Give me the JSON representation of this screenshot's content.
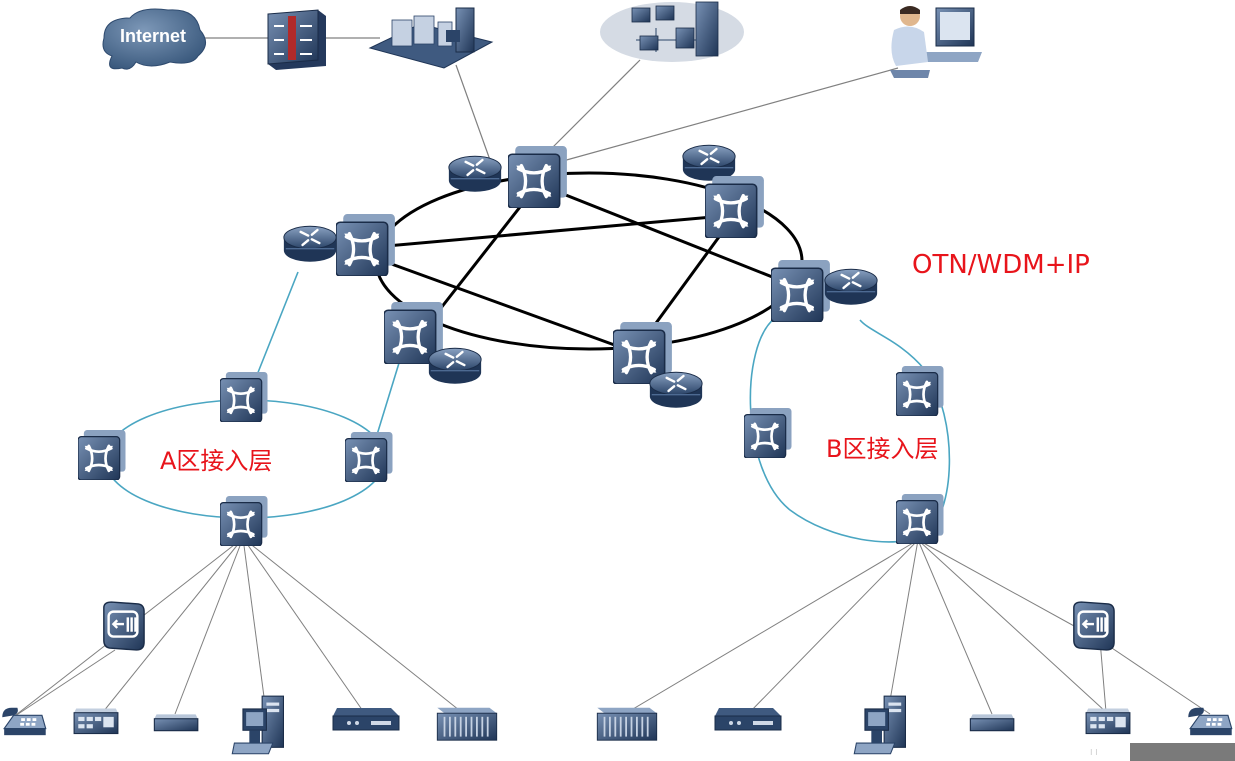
{
  "labels": {
    "internet": "Internet",
    "backbone": "OTN/WDM+IP",
    "zone_a": "A区接入层",
    "zone_b": "B区接入层"
  },
  "colors": {
    "device_dark": "#23395c",
    "device_light": "#6f88ac",
    "core_ring": "#000000",
    "access_ring": "#4aa6c2",
    "label_red": "#e8141b",
    "cloud": "#4a6a8e",
    "dc_ellipse": "#d5dbe4",
    "link_gray": "#808080"
  },
  "icons": {
    "internet": "cloud-icon",
    "firewall": "firewall-icon",
    "server_farm": "server-rack-icon",
    "data_center": "server-cluster-icon",
    "operator": "operator-workstation-icon",
    "otn_node": "optical-switch-icon",
    "router": "router-icon",
    "access_gateway": "gateway-icon",
    "phone": "telephone-icon",
    "terminal": "terminal-equipment-icon",
    "modem": "modem-icon",
    "workstation": "workstation-icon"
  }
}
